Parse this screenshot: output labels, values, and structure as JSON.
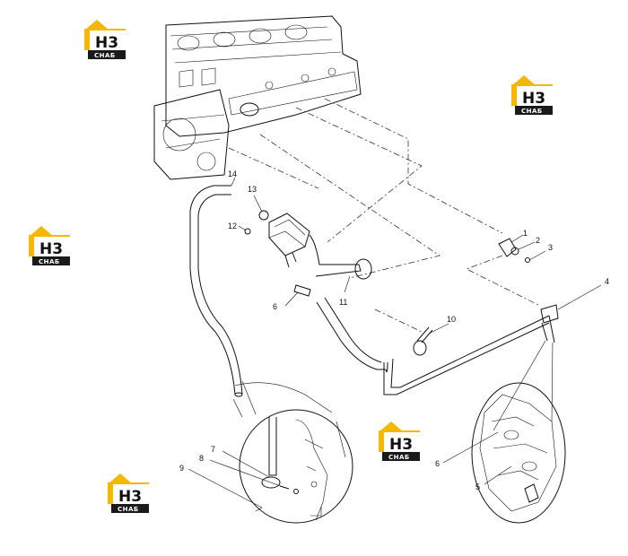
{
  "watermark": {
    "main": "H3",
    "sub": "СНАБ"
  },
  "callouts": [
    {
      "id": "c1",
      "text": "1"
    },
    {
      "id": "c2",
      "text": "2"
    },
    {
      "id": "c3",
      "text": "3"
    },
    {
      "id": "c4",
      "text": "4"
    },
    {
      "id": "c5a",
      "text": "5"
    },
    {
      "id": "c6a",
      "text": "6"
    },
    {
      "id": "c6b",
      "text": "6"
    },
    {
      "id": "c7",
      "text": "7"
    },
    {
      "id": "c8",
      "text": "8"
    },
    {
      "id": "c9",
      "text": "9"
    },
    {
      "id": "c10",
      "text": "10"
    },
    {
      "id": "c11",
      "text": "11"
    },
    {
      "id": "c12",
      "text": "12"
    },
    {
      "id": "c13",
      "text": "13"
    },
    {
      "id": "c14",
      "text": "14"
    }
  ],
  "colors": {
    "logo_yellow": "#f5b800",
    "logo_dark": "#1a1a1a",
    "line": "#111111"
  }
}
